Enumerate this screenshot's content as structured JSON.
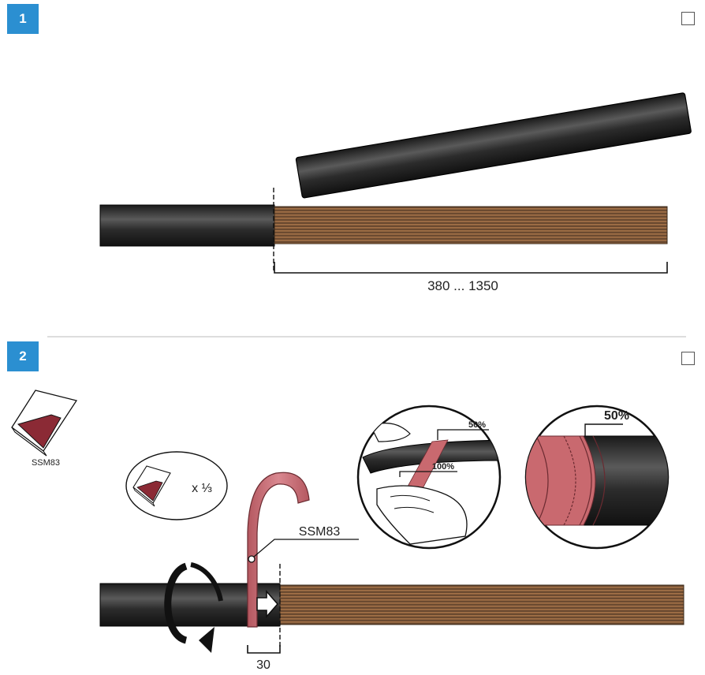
{
  "steps": [
    {
      "number": "1",
      "dimension_label": "380 ... 1350"
    },
    {
      "number": "2",
      "product_label": "SSM83",
      "quantity_label": "x ⅓",
      "tape_callout": "SSM83",
      "offset_label": "30",
      "overlap_detail_50": "50%",
      "overlap_detail_100": "100%",
      "overlap_result": "50%"
    }
  ],
  "colors": {
    "badge": "#2b8fd1",
    "jacket": "#2a2a2a",
    "cable_core": "#8a5a3a",
    "tape": "#c9696f"
  }
}
